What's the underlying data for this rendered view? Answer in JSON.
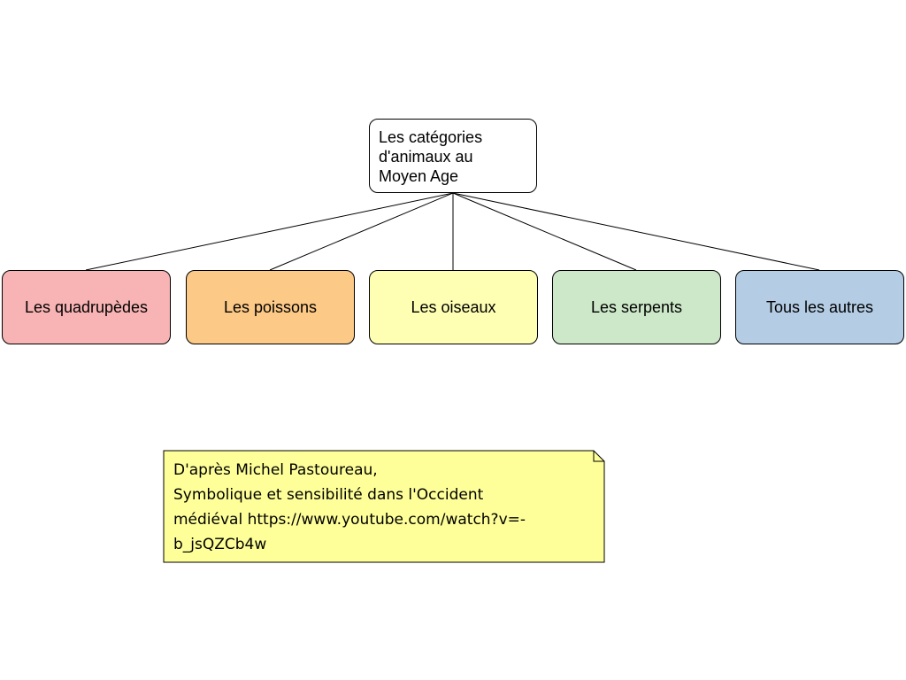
{
  "root": {
    "lines": [
      "Les catégories",
      "d'animaux au",
      "Moyen Age"
    ]
  },
  "categories": [
    {
      "label": "Les quadrupèdes",
      "color": "#f8b4b4"
    },
    {
      "label": "Les poissons",
      "color": "#fcc987"
    },
    {
      "label": "Les oiseaux",
      "color": "#feffb3"
    },
    {
      "label": "Les serpents",
      "color": "#cce8c8"
    },
    {
      "label": "Tous les autres",
      "color": "#b4cde4"
    }
  ],
  "note": {
    "lines": [
      "D'après Michel Pastoureau,",
      "Symbolique et sensibilité dans l'Occident",
      "médiéval https://www.youtube.com/watch?v=-",
      "b_jsQZCb4w"
    ],
    "color": "#feff99"
  },
  "colors": {
    "stroke": "#000000",
    "background": "#ffffff"
  }
}
